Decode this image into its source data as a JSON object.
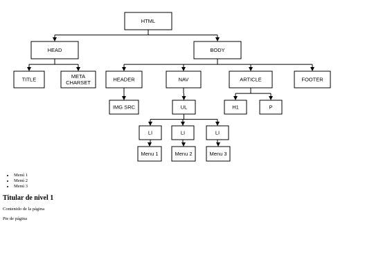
{
  "diagram": {
    "nodes": [
      {
        "id": "html",
        "lines": [
          "HTML"
        ]
      },
      {
        "id": "head",
        "lines": [
          "HEAD"
        ]
      },
      {
        "id": "body",
        "lines": [
          "BODY"
        ]
      },
      {
        "id": "title",
        "lines": [
          "TITLE"
        ]
      },
      {
        "id": "meta",
        "lines": [
          "META",
          "CHARSET"
        ]
      },
      {
        "id": "header",
        "lines": [
          "HEADER"
        ]
      },
      {
        "id": "nav",
        "lines": [
          "NAV"
        ]
      },
      {
        "id": "article",
        "lines": [
          "ARTICLE"
        ]
      },
      {
        "id": "footer",
        "lines": [
          "FOOTER"
        ]
      },
      {
        "id": "img",
        "lines": [
          "IMG SRC"
        ]
      },
      {
        "id": "ul",
        "lines": [
          "UL"
        ]
      },
      {
        "id": "h1",
        "lines": [
          "H1"
        ]
      },
      {
        "id": "p",
        "lines": [
          "P"
        ]
      },
      {
        "id": "li1",
        "lines": [
          "LI"
        ]
      },
      {
        "id": "li2",
        "lines": [
          "LI"
        ]
      },
      {
        "id": "li3",
        "lines": [
          "LI"
        ]
      },
      {
        "id": "menu1",
        "lines": [
          "Menu 1"
        ]
      },
      {
        "id": "menu2",
        "lines": [
          "Menu 2"
        ]
      },
      {
        "id": "menu3",
        "lines": [
          "Menu 3"
        ]
      }
    ],
    "edges": [
      {
        "from": "html",
        "to": [
          "head",
          "body"
        ]
      },
      {
        "from": "head",
        "to": [
          "title",
          "meta"
        ]
      },
      {
        "from": "body",
        "to": [
          "header",
          "nav",
          "article",
          "footer"
        ]
      },
      {
        "from": "header",
        "to": [
          "img"
        ]
      },
      {
        "from": "nav",
        "to": [
          "ul"
        ]
      },
      {
        "from": "article",
        "to": [
          "h1",
          "p"
        ]
      },
      {
        "from": "ul",
        "to": [
          "li1",
          "li2",
          "li3"
        ]
      },
      {
        "from": "li1",
        "to": [
          "menu1"
        ]
      },
      {
        "from": "li2",
        "to": [
          "menu2"
        ]
      },
      {
        "from": "li3",
        "to": [
          "menu3"
        ]
      }
    ]
  },
  "content": {
    "menu_items": [
      "Menú 1",
      "Menú 2",
      "Menú 3"
    ],
    "heading": "Titular de nivel 1",
    "body_text": "Contenido de la página",
    "footer_text": "Pie de página"
  }
}
